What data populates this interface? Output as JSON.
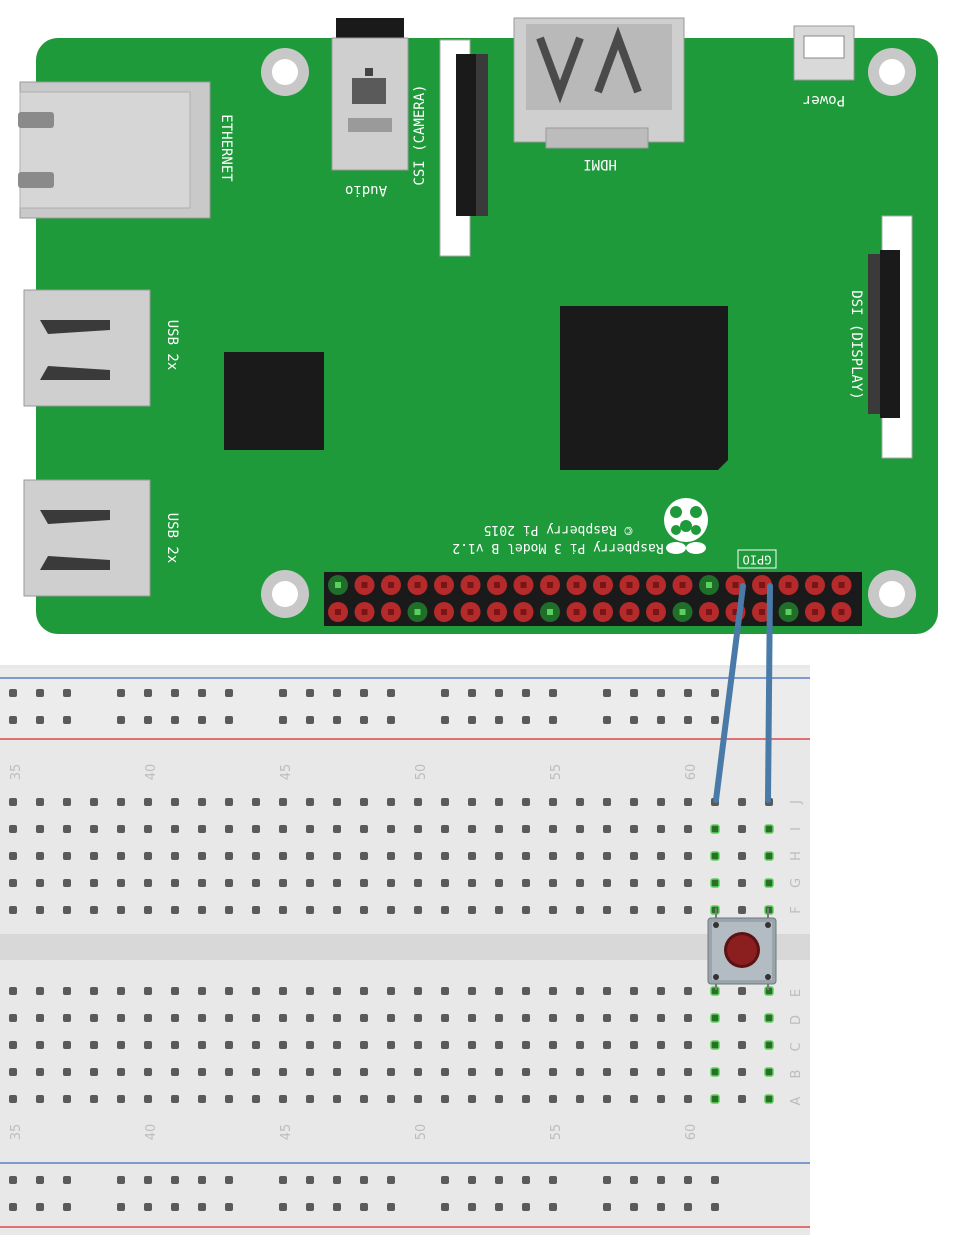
{
  "board": {
    "ethernet_label": "ETHERNET",
    "audio_label": "Audio",
    "camera_label": "CSI (CAMERA)",
    "hdmi_label": "HDMI",
    "power_label": "Power",
    "usb_label_top": "USB 2x",
    "usb_label_bottom": "USB 2x",
    "dsi_label": "DSI (DISPLAY)",
    "model_line": "Raspberry Pi 3 Model B v1.2",
    "copyright_line": "© Raspberry Pi 2015",
    "gpio_label": "GPIO",
    "colors": {
      "pcb": "#1f9a3a",
      "header_pin_red": "#c0392b",
      "header_pin_green": "#2ecc40",
      "wire": "#4a7aa8"
    }
  },
  "breadboard": {
    "column_numbers_top": [
      "35",
      "40",
      "45",
      "50",
      "55",
      "60"
    ],
    "column_numbers_bottom": [
      "35",
      "40",
      "45",
      "50",
      "55",
      "60"
    ],
    "row_letters_top": [
      "J",
      "I",
      "H",
      "G",
      "F"
    ],
    "row_letters_bottom": [
      "E",
      "D",
      "C",
      "B",
      "A"
    ],
    "colors": {
      "rail_red": "#d94a4a",
      "rail_blue": "#5b7fc4",
      "body": "#e8e8e8"
    }
  },
  "components": {
    "button": {
      "name": "push-button",
      "cap_color": "#8b1e1e"
    }
  }
}
